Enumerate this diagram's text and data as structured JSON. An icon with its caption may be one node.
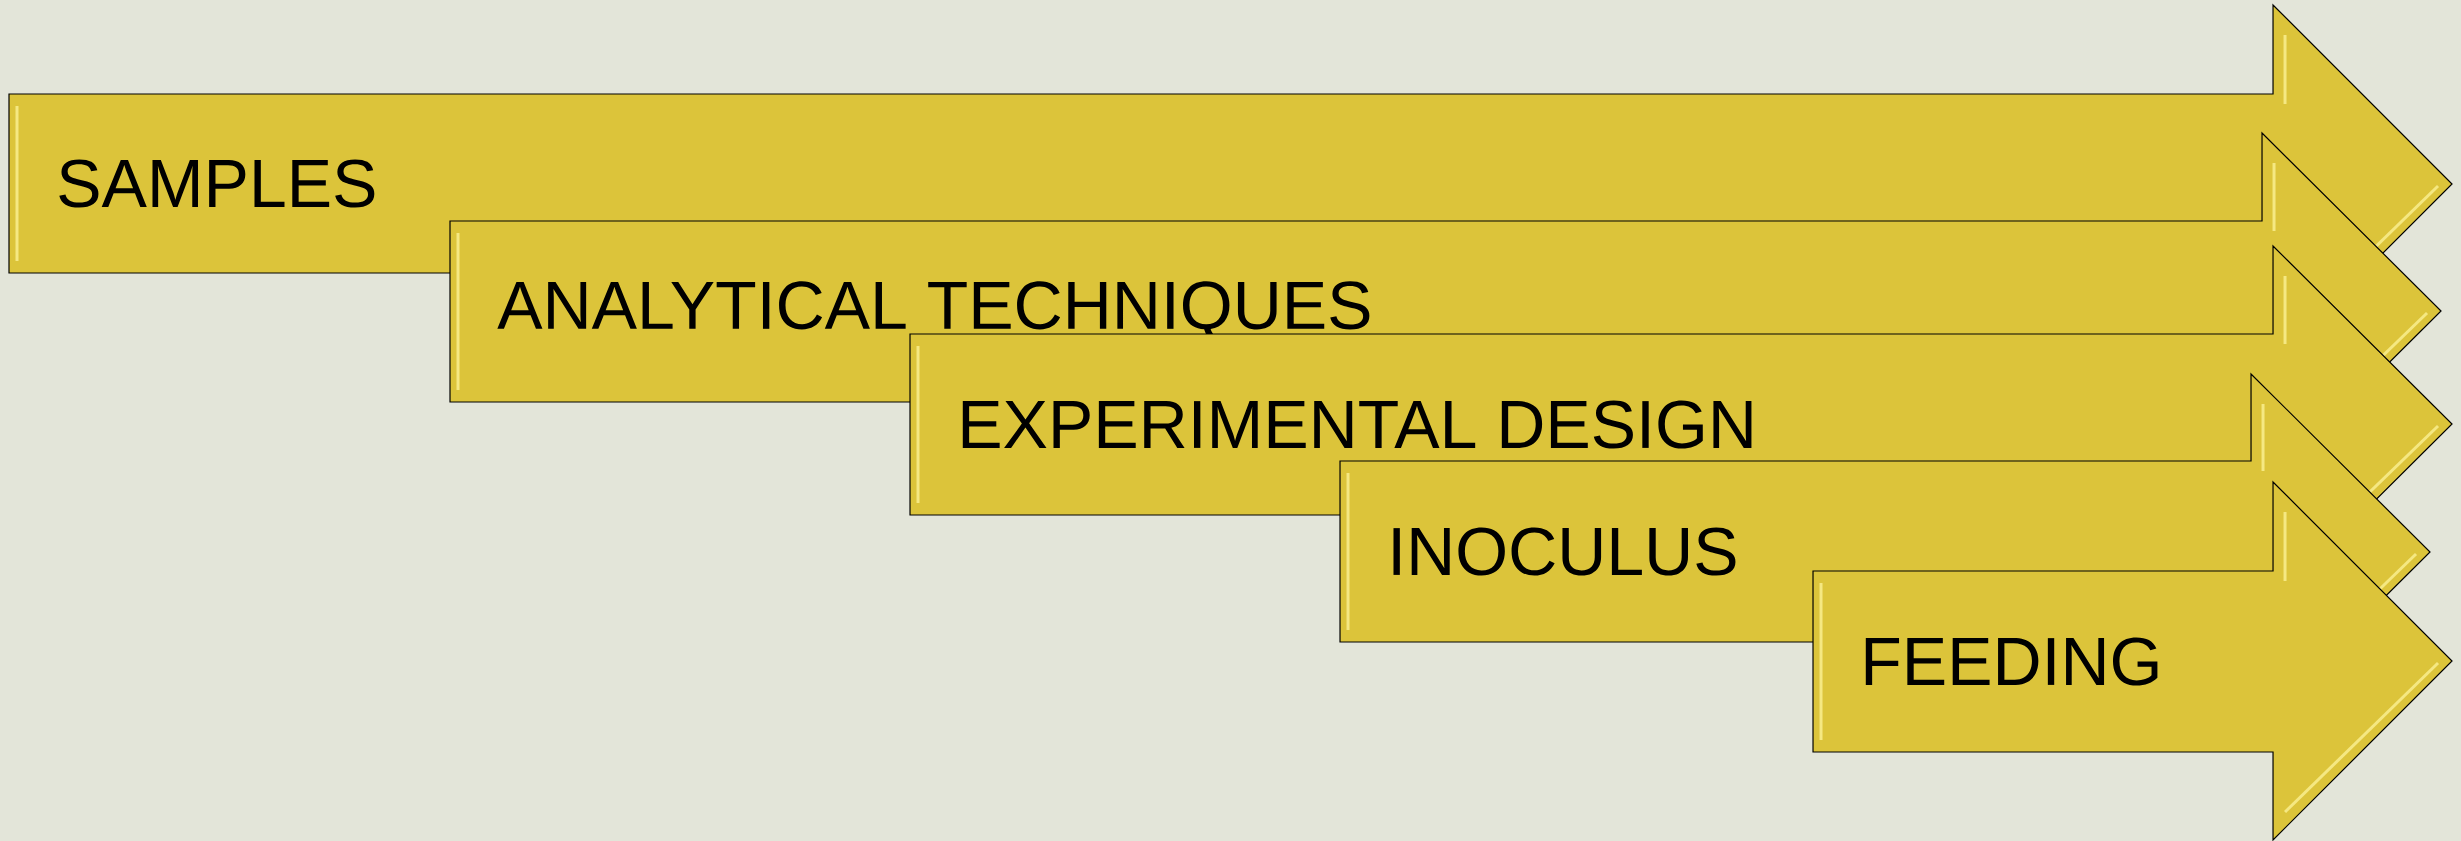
{
  "diagram": {
    "nodes": [
      {
        "text": [
          "SAMPLES"
        ]
      },
      {
        "text": [
          "ANALYTICAL TECHNIQUES"
        ]
      },
      {
        "text": [
          "EXPERIMENTAL DESIGN"
        ]
      },
      {
        "text": [
          "INOCULUS"
        ]
      },
      {
        "text": [
          "FEEDING"
        ]
      }
    ]
  }
}
